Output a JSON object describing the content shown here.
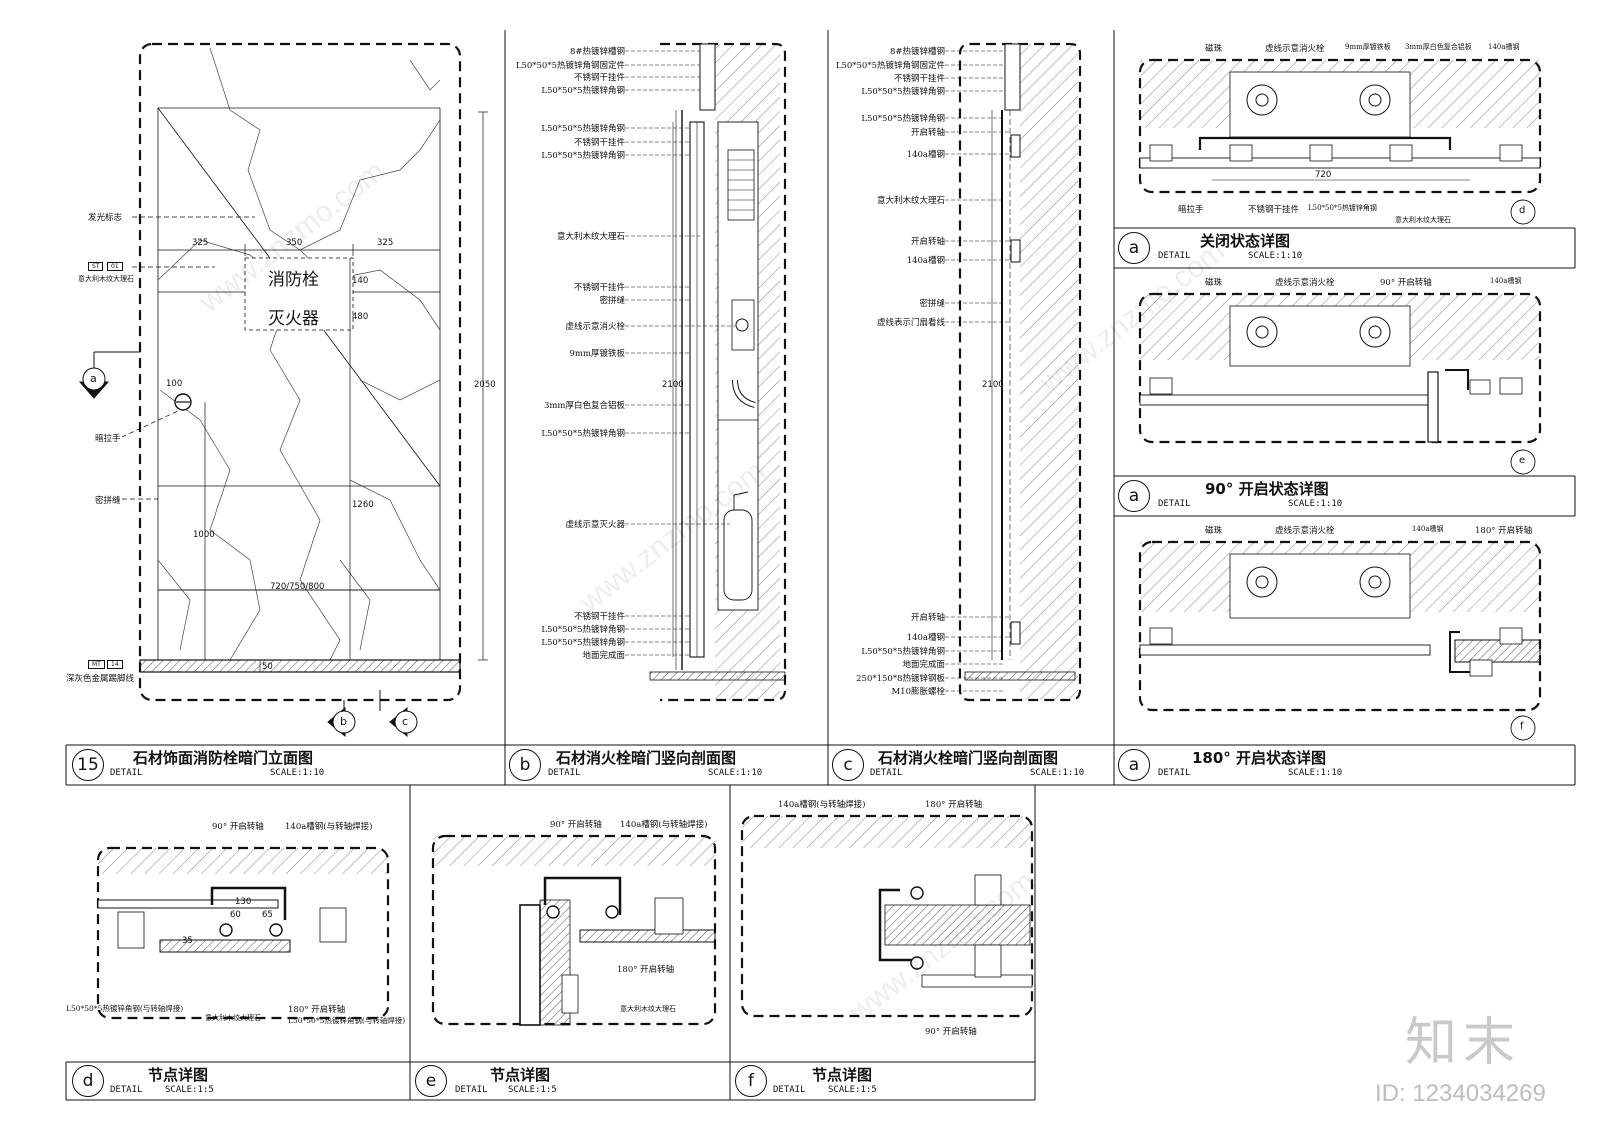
{
  "panels": {
    "p15": {
      "circle": "15",
      "title": "石材饰面消防栓暗门立面图",
      "detail": "DETAIL",
      "scale": "SCALE:1:10"
    },
    "pb": {
      "circle": "b",
      "title": "石材消火栓暗门竖向剖面图",
      "detail": "DETAIL",
      "scale": "SCALE:1:10"
    },
    "pc": {
      "circle": "c",
      "title": "石材消火栓暗门竖向剖面图",
      "detail": "DETAIL",
      "scale": "SCALE:1:10"
    },
    "pa1": {
      "circle": "a",
      "title": "关闭状态详图",
      "detail": "DETAIL",
      "scale": "SCALE:1:10"
    },
    "pa2": {
      "circle": "a",
      "title": "90° 开启状态详图",
      "detail": "DETAIL",
      "scale": "SCALE:1:10"
    },
    "pa3": {
      "circle": "a",
      "title": "180° 开启状态详图",
      "detail": "DETAIL",
      "scale": "SCALE:1:10"
    },
    "pd": {
      "circle": "d",
      "title": "节点详图",
      "detail": "DETAIL",
      "scale": "SCALE:1:5"
    },
    "pe": {
      "circle": "e",
      "title": "节点详图",
      "detail": "DETAIL",
      "scale": "SCALE:1:5"
    },
    "pf": {
      "circle": "f",
      "title": "节点详图",
      "detail": "DETAIL",
      "scale": "SCALE:1:5"
    }
  },
  "elev": {
    "sign_line1": "消防栓",
    "sign_line2": "灭火器",
    "labels": {
      "glow": "发光标志",
      "stone": "意大利木纹大理石",
      "pull": "暗拉手",
      "seam": "密拼缝",
      "skirting": "深灰色金属踢脚线"
    },
    "tags": {
      "st": "ST",
      "st_no": "01",
      "mt": "MT",
      "mt_no": "14"
    },
    "dims": {
      "w1": "325",
      "w2": "350",
      "w3": "325",
      "h140": "140",
      "h480": "480",
      "d100": "100",
      "h1000": "1000",
      "h1260": "1260",
      "h2050": "2050",
      "width": "720/750/800",
      "h50": "50"
    },
    "markers": {
      "a": "a",
      "b": "b",
      "c": "c"
    }
  },
  "secb": {
    "labels": [
      "8#热镀锌槽钢",
      "L50*50*5热镀锌角钢固定件",
      "不锈钢干挂件",
      "L50*50*5热镀锌角钢",
      "L50*50*5热镀锌角钢",
      "不锈钢干挂件",
      "L50*50*5热镀锌角钢",
      "意大利木纹大理石",
      "不锈钢干挂件",
      "密拼缝",
      "虚线示意消火栓",
      "9mm厚镀铁板",
      "3mm厚白色复合铝板",
      "L50*50*5热镀锌角钢",
      "虚线示意灭火器",
      "不锈钢干挂件",
      "L50*50*5热镀锌角钢",
      "L50*50*5热镀锌角钢",
      "地面完成面"
    ],
    "dim": "2100"
  },
  "secc": {
    "labels": [
      "8#热镀锌槽钢",
      "L50*50*5热镀锌角钢固定件",
      "不锈钢干挂件",
      "L50*50*5热镀锌角钢",
      "L50*50*5热镀锌角钢",
      "开启转轴",
      "140a槽钢",
      "意大利木纹大理石",
      "开启转轴",
      "140a槽钢",
      "密拼缝",
      "虚线表示门扇看线",
      "开启转轴",
      "140a槽钢",
      "L50*50*5热镀锌角钢",
      "地面完成面",
      "250*150*8热镀锌钢板",
      "M10膨胀螺栓"
    ],
    "dim": "2100"
  },
  "plana1": {
    "top": [
      "磁珠",
      "虚线示意消火栓",
      "9mm厚镀铁板",
      "3mm厚白色复合铝板",
      "140a槽钢"
    ],
    "bottom": [
      "暗拉手",
      "不锈钢干挂件",
      "L50*50*5热镀锌角钢",
      "意大利木纹大理石"
    ],
    "dim": "720",
    "marker": "d"
  },
  "plana2": {
    "top": [
      "磁珠",
      "虚线示意消火栓",
      "90° 开启转轴",
      "140a槽钢"
    ],
    "marker": "e"
  },
  "plana3": {
    "top": [
      "磁珠",
      "虚线示意消火栓",
      "140a槽钢",
      "180° 开启转轴"
    ],
    "marker": "f"
  },
  "noded": {
    "top": [
      "90° 开启转轴",
      "140a槽钢(与转轴焊接)"
    ],
    "dims": [
      "130",
      "60",
      "65",
      "35"
    ],
    "bottom": [
      "L50*50*5热镀锌角钢(与转轴焊接)",
      "意大利木纹大理石",
      "180° 开启转轴",
      "L50*50*5热镀锌角钢(与转轴焊接)"
    ]
  },
  "nodee": {
    "top": [
      "90° 开启转轴",
      "140a槽钢(与转轴焊接)"
    ],
    "bottom": [
      "180° 开启转轴",
      "意大利木纹大理石"
    ]
  },
  "nodef": {
    "top": [
      "140a槽钢(与转轴焊接)",
      "180° 开启转轴"
    ],
    "bottom": [
      "90° 开启转轴"
    ]
  },
  "brand": {
    "logo": "知末",
    "id": "ID: 1234034269",
    "wm": "www.znzmo.com"
  }
}
